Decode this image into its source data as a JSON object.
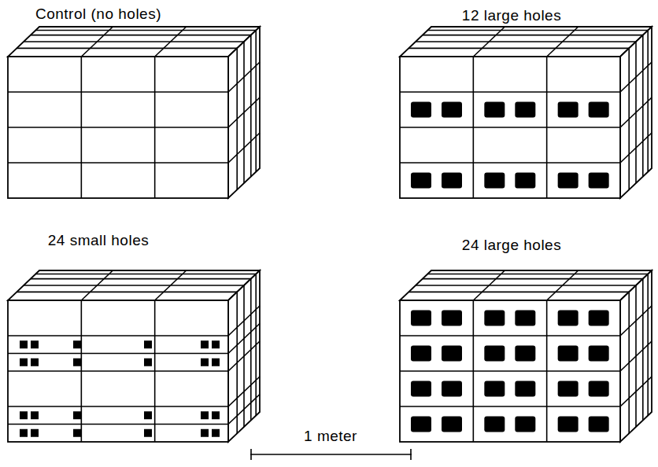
{
  "diagram": {
    "labels": [
      "Control (no holes)",
      "12 large holes",
      "24 small holes",
      "24 large holes",
      "1 meter"
    ]
  }
}
